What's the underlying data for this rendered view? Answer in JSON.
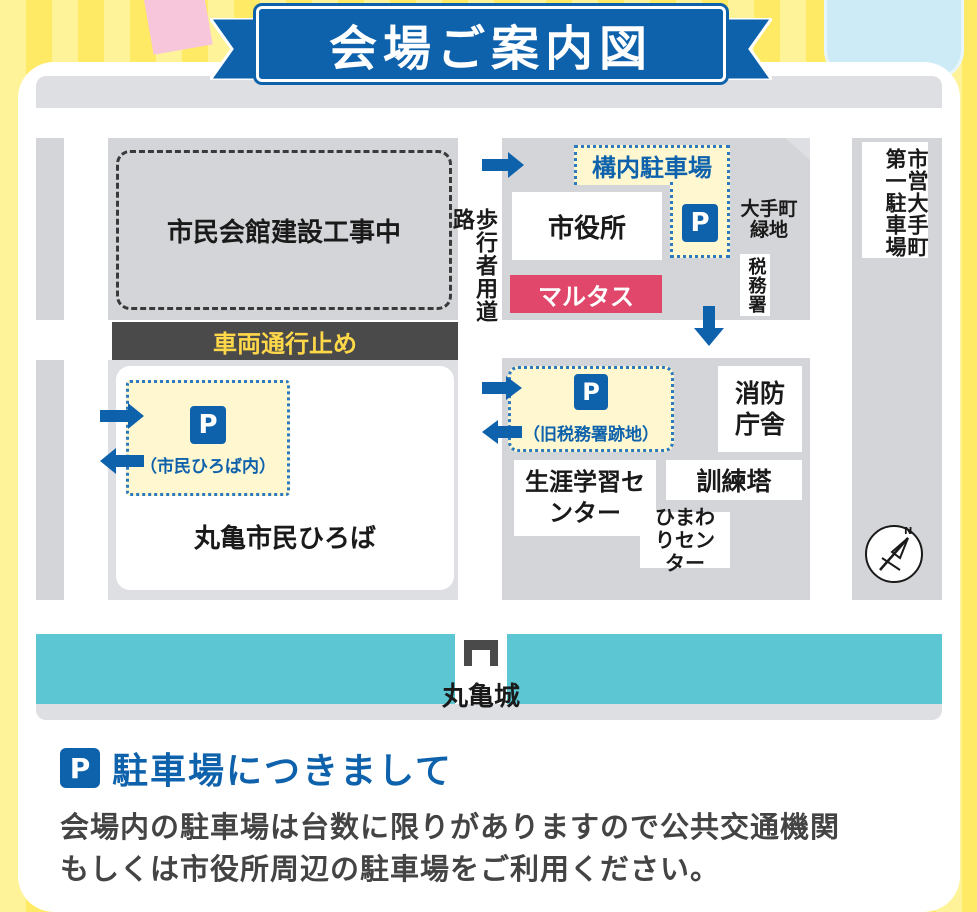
{
  "title": "会場ご案内図",
  "map": {
    "civic_hall": "市民会館建設工事中",
    "road_closed": "車両通行止め",
    "pedestrian_path": "歩行者用道路",
    "city_hall": "市役所",
    "marutasu": "マルタス",
    "parking_onsite": "構内駐車場",
    "otemachi_green": "大手町緑地",
    "tax_office": "税務署",
    "municipal_parking": "市営大手町第一駐車場",
    "fire_dept": "消防庁舎",
    "parking_old_tax": "（旧税務署跡地）",
    "parking_plaza": "（市民ひろば内）",
    "lifelong_learning": "生涯学習センター",
    "training_tower": "訓練塔",
    "himawari_center": "ひまわりセンター",
    "marugame_plaza": "丸亀市民ひろば",
    "castle": "丸亀城",
    "parking_letter": "P",
    "compass_letter": "N"
  },
  "notice": {
    "heading": "駐車場につきまして",
    "line1": "会場内の駐車場は台数に限りがありますので公共交通機関",
    "line2": "もしくは市役所周辺の駐車場をご利用ください。"
  },
  "colors": {
    "blue": "#0E62AC",
    "pink": "#E0476A",
    "teal": "#5CC6D2",
    "yellow": "#FFEA66",
    "dark_road": "#4A4A4A",
    "road_label": "#FFD84A"
  }
}
